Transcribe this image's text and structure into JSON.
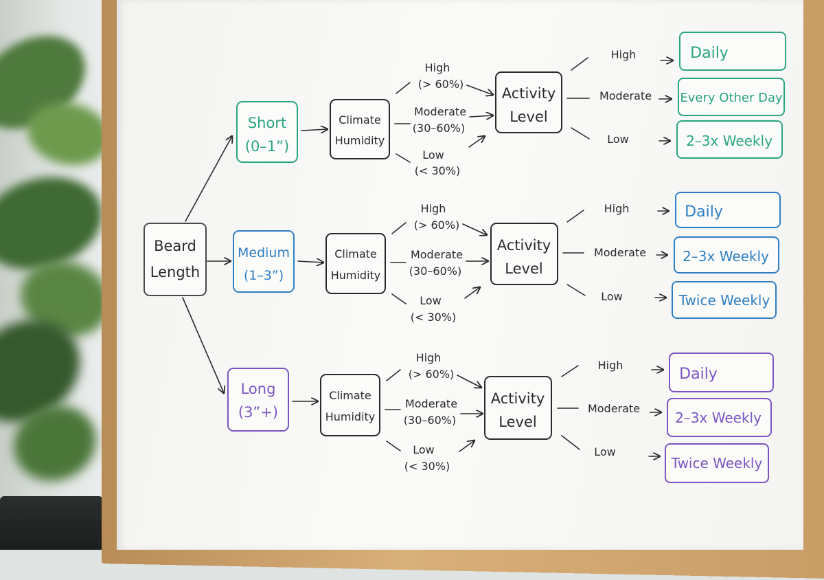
{
  "colors": {
    "root": "#4a4a4a",
    "short": "#2aa57e",
    "medium": "#2f7fc4",
    "long": "#7a55c2",
    "ink": "#2a2a2a"
  },
  "diagram": {
    "root": {
      "line1": "Beard",
      "line2": "Length"
    },
    "branches": [
      {
        "key": "short",
        "length": {
          "line1": "Short",
          "line2": "(0–1”)"
        },
        "climate": {
          "line1": "Climate",
          "line2": "Humidity"
        },
        "humidity": [
          {
            "line1": "High",
            "line2": "(> 60%)"
          },
          {
            "line1": "Moderate",
            "line2": "(30–60%)"
          },
          {
            "line1": "Low",
            "line2": "(< 30%)"
          }
        ],
        "activity": {
          "line1": "Activity",
          "line2": "Level"
        },
        "levels": [
          "High",
          "Moderate",
          "Low"
        ],
        "results": [
          "Daily",
          "Every Other Day",
          "2–3x Weekly"
        ]
      },
      {
        "key": "medium",
        "length": {
          "line1": "Medium",
          "line2": "(1–3”)"
        },
        "climate": {
          "line1": "Climate",
          "line2": "Humidity"
        },
        "humidity": [
          {
            "line1": "High",
            "line2": "(> 60%)"
          },
          {
            "line1": "Moderate",
            "line2": "(30–60%)"
          },
          {
            "line1": "Low",
            "line2": "(< 30%)"
          }
        ],
        "activity": {
          "line1": "Activity",
          "line2": "Level"
        },
        "levels": [
          "High",
          "Moderate",
          "Low"
        ],
        "results": [
          "Daily",
          "2–3x Weekly",
          "Twice Weekly"
        ]
      },
      {
        "key": "long",
        "length": {
          "line1": "Long",
          "line2": "(3”+)"
        },
        "climate": {
          "line1": "Climate",
          "line2": "Humidity"
        },
        "humidity": [
          {
            "line1": "High",
            "line2": "(> 60%)"
          },
          {
            "line1": "Moderate",
            "line2": "(30–60%)"
          },
          {
            "line1": "Low",
            "line2": "(< 30%)"
          }
        ],
        "activity": {
          "line1": "Activity",
          "line2": "Level"
        },
        "levels": [
          "High",
          "Moderate",
          "Low"
        ],
        "results": [
          "Daily",
          "2–3x Weekly",
          "Twice Weekly"
        ]
      }
    ]
  }
}
